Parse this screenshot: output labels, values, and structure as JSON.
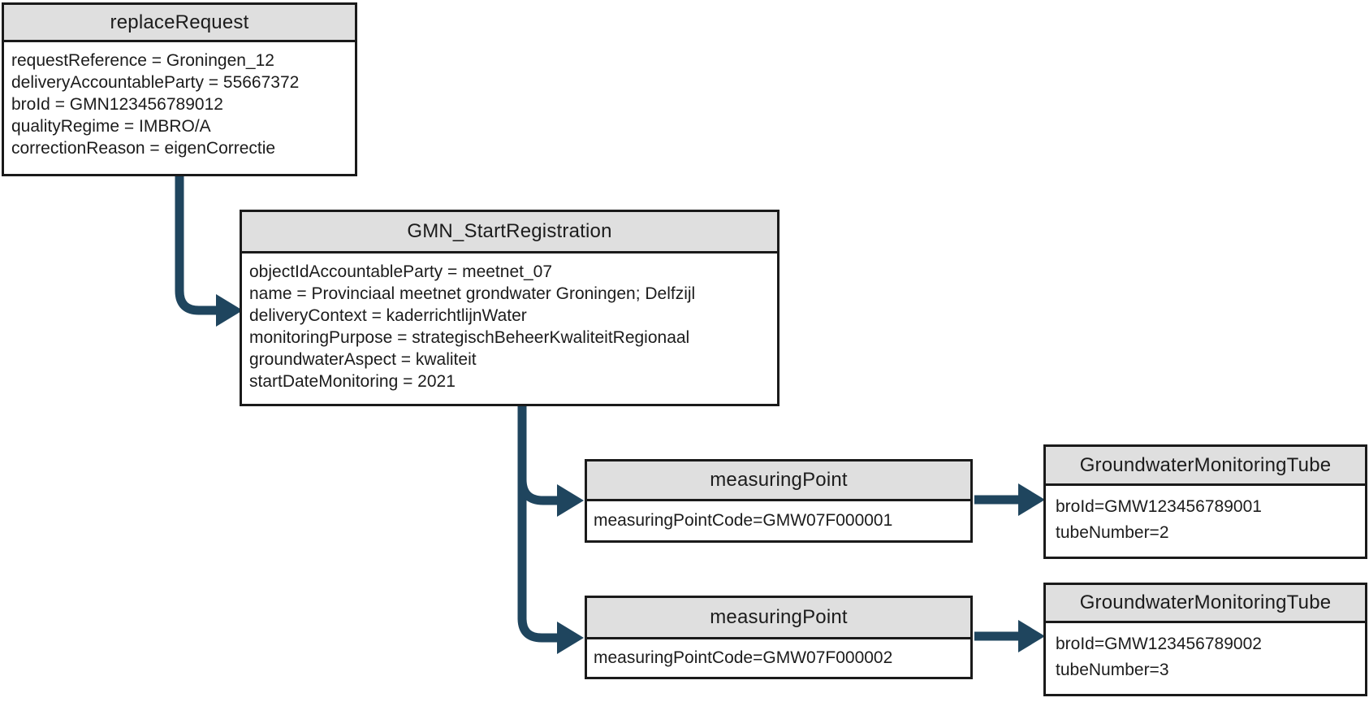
{
  "colors": {
    "arrow": "#1f455e",
    "header_fill": "#dfdfdf",
    "border": "#1a1a1a",
    "node_fill": "#ffffff",
    "text": "#1c1c1c"
  },
  "nodes": {
    "replaceRequest": {
      "title": "replaceRequest",
      "lines": [
        "requestReference = Groningen_12",
        "deliveryAccountableParty = 55667372",
        "broId = GMN123456789012",
        "qualityRegime = IMBRO/A",
        "correctionReason = eigenCorrectie"
      ]
    },
    "gmnStartRegistration": {
      "title": "GMN_StartRegistration",
      "lines": [
        "objectIdAccountableParty = meetnet_07",
        "name = Provinciaal meetnet grondwater Groningen; Delfzijl",
        "deliveryContext = kaderrichtlijnWater",
        "monitoringPurpose = strategischBeheerKwaliteitRegionaal",
        "groundwaterAspect = kwaliteit",
        "startDateMonitoring = 2021"
      ]
    },
    "measuringPoint1": {
      "title": "measuringPoint",
      "lines": [
        "measuringPointCode=GMW07F000001"
      ]
    },
    "tube1": {
      "title": "GroundwaterMonitoringTube",
      "lines": [
        "broId=GMW123456789001",
        "tubeNumber=2"
      ]
    },
    "measuringPoint2": {
      "title": "measuringPoint",
      "lines": [
        "measuringPointCode=GMW07F000002"
      ]
    },
    "tube2": {
      "title": "GroundwaterMonitoringTube",
      "lines": [
        "broId=GMW123456789002",
        "tubeNumber=3"
      ]
    }
  },
  "edges": [
    {
      "from": "replaceRequest",
      "to": "gmnStartRegistration"
    },
    {
      "from": "gmnStartRegistration",
      "to": "measuringPoint1"
    },
    {
      "from": "gmnStartRegistration",
      "to": "measuringPoint2"
    },
    {
      "from": "measuringPoint1",
      "to": "tube1"
    },
    {
      "from": "measuringPoint2",
      "to": "tube2"
    }
  ]
}
